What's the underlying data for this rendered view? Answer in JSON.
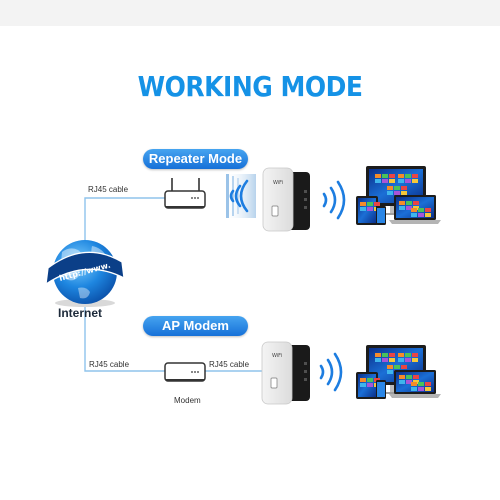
{
  "title": "WORKING MODE",
  "modes": {
    "repeater": {
      "label": "Repeater Mode"
    },
    "ap": {
      "label": "AP Modem"
    }
  },
  "labels": {
    "rj45_top": "RJ45 cable",
    "rj45_bottom_left": "RJ45 cable",
    "rj45_bottom_right": "RJ45 cable",
    "modem": "Modem",
    "internet": "Internet",
    "globe_url": "http://www.",
    "device_brand": "WiFi"
  },
  "colors": {
    "title_blue": "#1592e6",
    "pill_blue": "#1e7fe0",
    "cable_blue": "#8fc3ec",
    "wave_blue": "#1d7de0"
  },
  "icons": [
    "globe-icon",
    "router-icon",
    "modem-icon",
    "repeater-icon",
    "wifi-wave-icon",
    "laptop-icon",
    "tablet-icon",
    "phone-icon"
  ]
}
